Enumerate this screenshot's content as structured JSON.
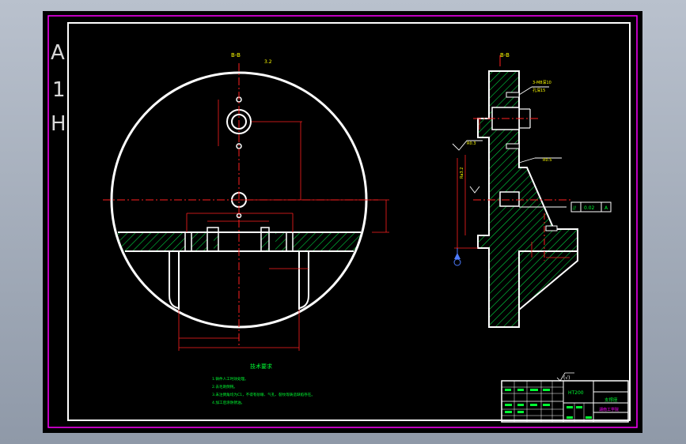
{
  "sheet": {
    "size_label": "A1H",
    "size_label_chars": [
      "A",
      "1",
      "H"
    ]
  },
  "front_view": {
    "section_label": "B-B",
    "roughness_mark": "3.2"
  },
  "side_view": {
    "section_label": "B-B",
    "callouts": [
      "3-M8深10",
      "孔深15",
      "R0.5",
      "R0.3",
      "Ra3.2"
    ],
    "tolerance": [
      "//",
      "0.02",
      "A"
    ]
  },
  "technical_requirements": {
    "title": "技术要求",
    "lines": [
      "1.铸件人工时效处理。",
      "2.去毛刺倒钝。",
      "3.未注倒角均为C1，不得有砂眼、气孔、裂纹等铸造缺陷存在。",
      "4.加工后涂防锈油。"
    ]
  },
  "title_block": {
    "material": "HT200",
    "part_name": "支撑座",
    "school": "湖南工学院",
    "roughness_general": "(√)"
  },
  "colors": {
    "outline": "#ffffff",
    "center_line": "#ff2020",
    "dimension": "#ff2020",
    "hatch": "#00d040",
    "text": "#00ff33",
    "frame": "#ff00ff",
    "annotation": "#ffff00"
  }
}
